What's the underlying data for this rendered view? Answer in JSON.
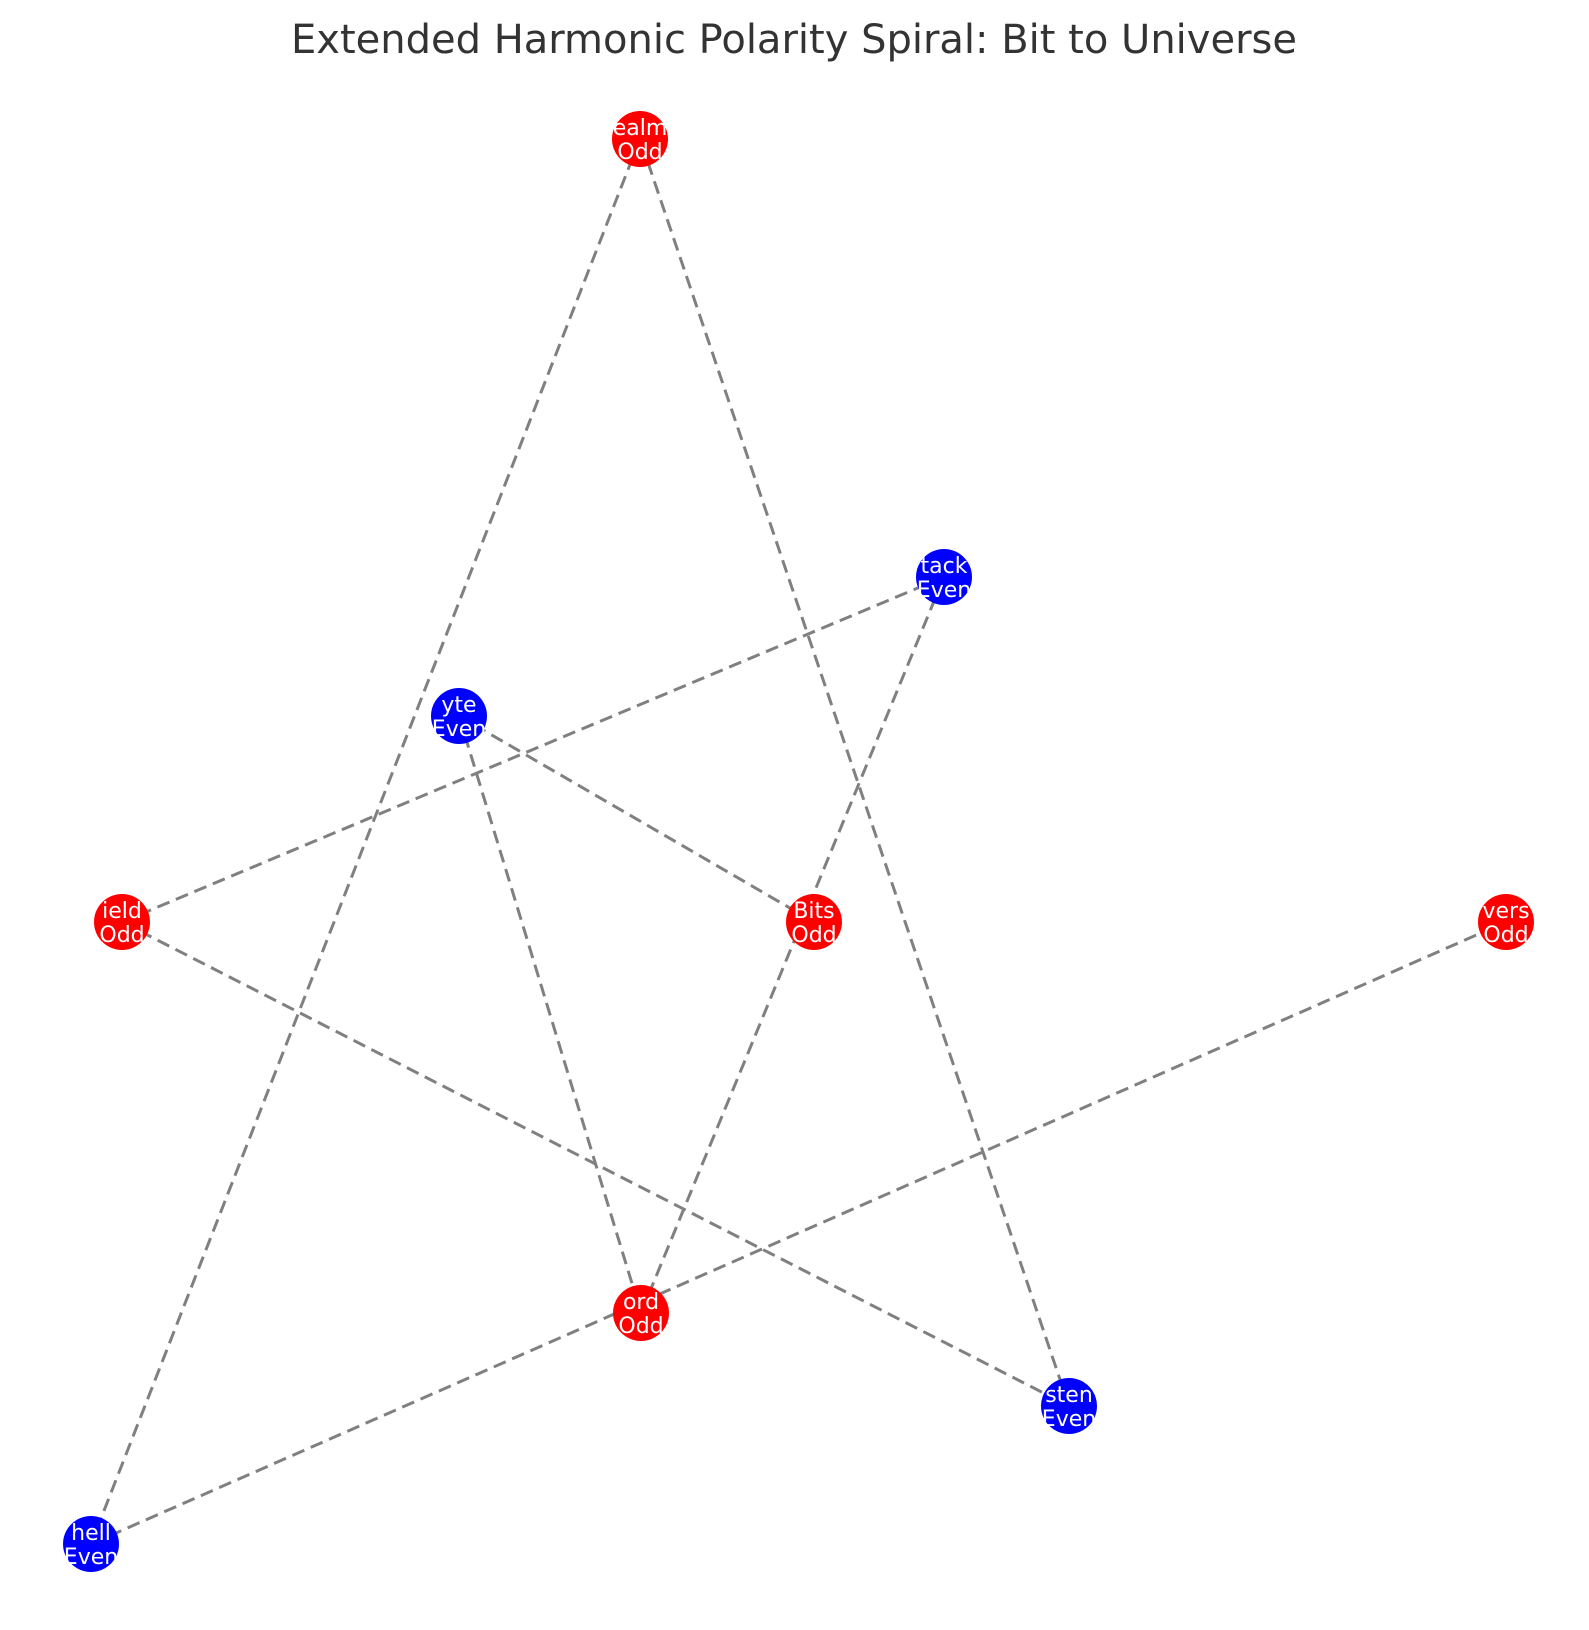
{
  "title": "Extended Harmonic Polarity Spiral: Bit to Universe",
  "colors": {
    "odd": "#ff0000",
    "even": "#0000ff",
    "edge": "#808080",
    "label": "#ffffff",
    "title": "#333333"
  },
  "nodes": [
    {
      "id": "realm",
      "line1": "ealm",
      "line2": "Odd",
      "polarity": "odd"
    },
    {
      "id": "stack",
      "line1": "tack",
      "line2": "Even",
      "polarity": "even"
    },
    {
      "id": "byte",
      "line1": "yte",
      "line2": "Even",
      "polarity": "even"
    },
    {
      "id": "field",
      "line1": "ield",
      "line2": "Odd",
      "polarity": "odd"
    },
    {
      "id": "bits",
      "line1": "Bits",
      "line2": "Odd",
      "polarity": "odd"
    },
    {
      "id": "universe",
      "line1": "vers",
      "line2": "Odd",
      "polarity": "odd"
    },
    {
      "id": "word",
      "line1": "ord",
      "line2": "Odd",
      "polarity": "odd"
    },
    {
      "id": "system",
      "line1": "sten",
      "line2": "Even",
      "polarity": "even"
    },
    {
      "id": "shell",
      "line1": "hell",
      "line2": "Even",
      "polarity": "even"
    }
  ],
  "edges": [
    {
      "from": "bits",
      "to": "byte"
    },
    {
      "from": "byte",
      "to": "word"
    },
    {
      "from": "word",
      "to": "stack"
    },
    {
      "from": "stack",
      "to": "field"
    },
    {
      "from": "field",
      "to": "system"
    },
    {
      "from": "system",
      "to": "realm"
    },
    {
      "from": "realm",
      "to": "shell"
    },
    {
      "from": "shell",
      "to": "universe"
    }
  ]
}
